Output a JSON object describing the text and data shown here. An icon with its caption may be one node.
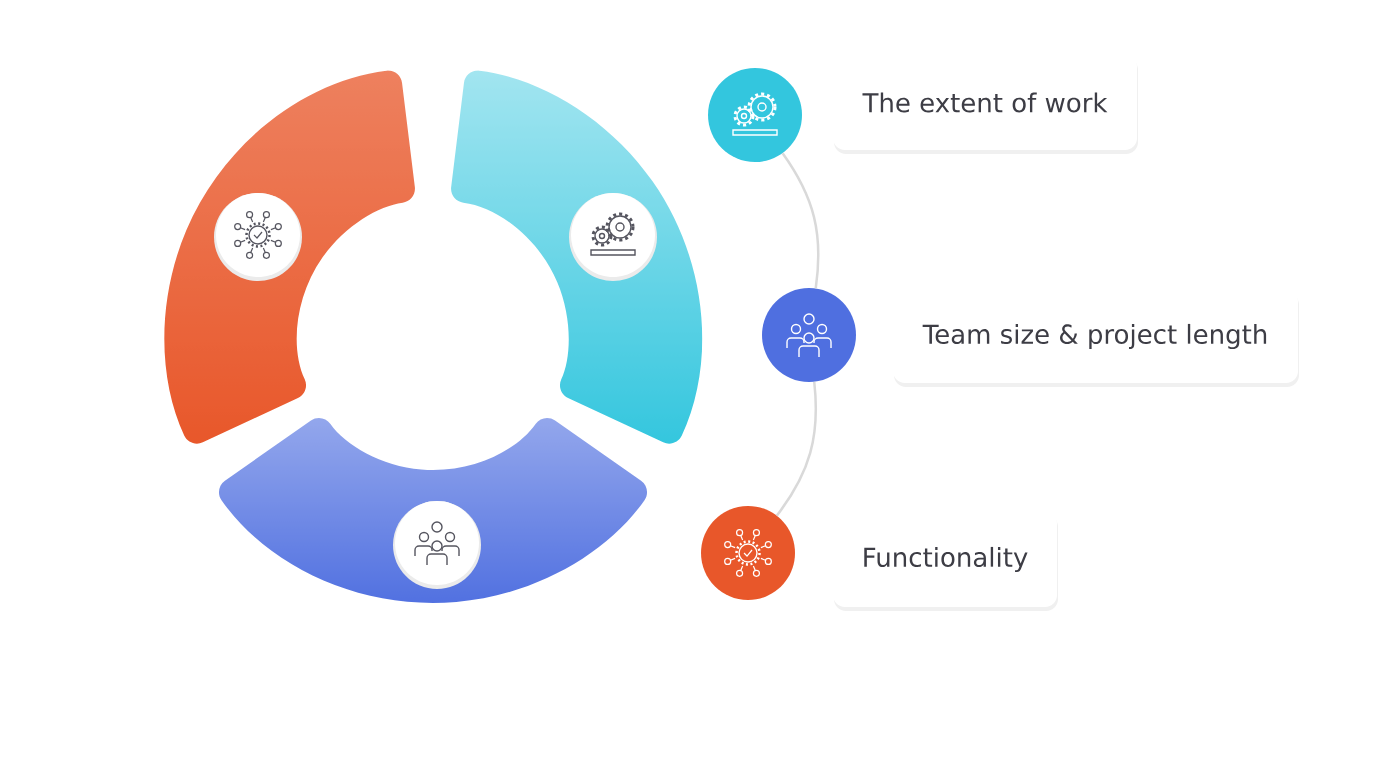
{
  "diagram": {
    "nodes": [
      {
        "text": [],
        "shape": "circle"
      },
      {
        "text": [
          "The extent of work"
        ]
      },
      {
        "text": [],
        "shape": "circle"
      },
      {
        "text": [
          "Team size & project length"
        ]
      },
      {
        "text": [],
        "shape": "circle"
      },
      {
        "text": [
          "Functionality"
        ]
      }
    ],
    "edges": [
      {
        "from": 0,
        "to": 2,
        "arrow": "none"
      },
      {
        "from": 2,
        "to": 4,
        "arrow": "none"
      }
    ]
  }
}
